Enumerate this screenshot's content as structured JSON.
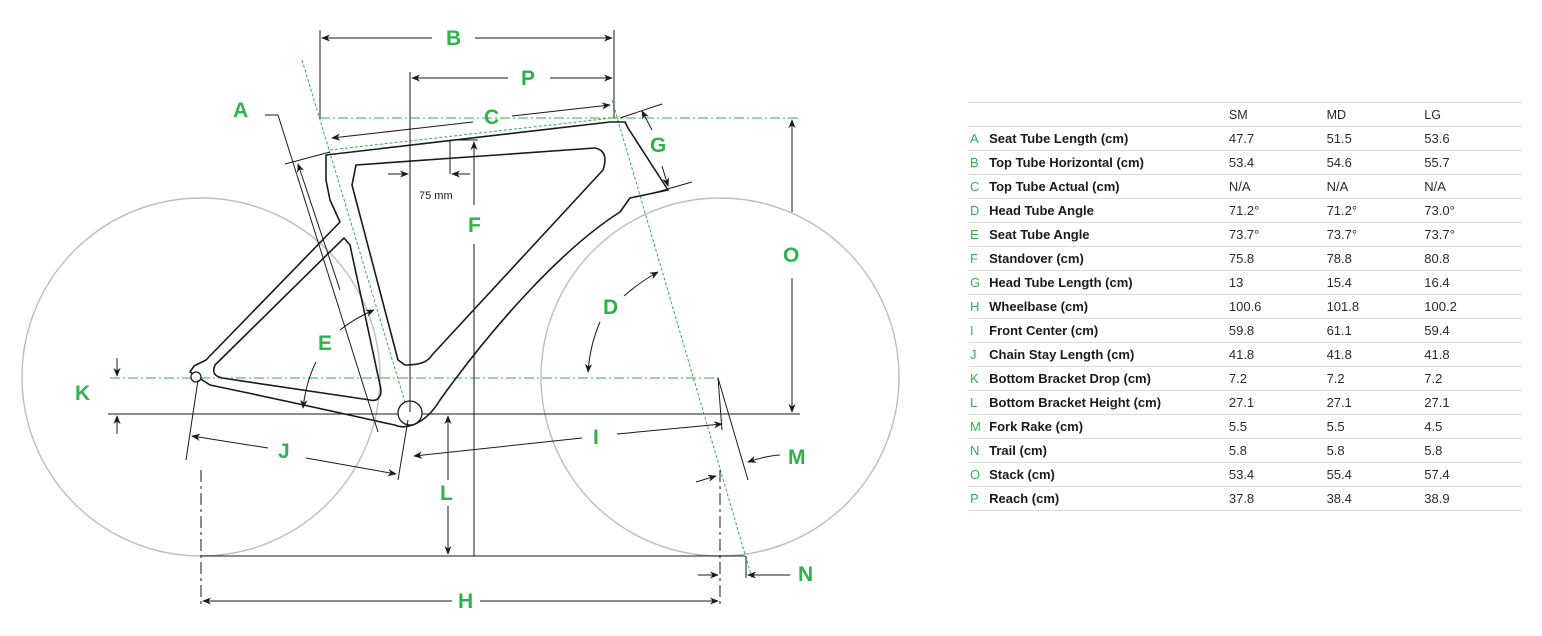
{
  "diagram": {
    "title": "Bike frame geometry diagram",
    "annotation_75mm": "75 mm",
    "labels": {
      "A": "A",
      "B": "B",
      "C": "C",
      "D": "D",
      "E": "E",
      "F": "F",
      "G": "G",
      "H": "H",
      "I": "I",
      "J": "J",
      "K": "K",
      "L": "L",
      "M": "M",
      "N": "N",
      "O": "O",
      "P": "P"
    },
    "colors": {
      "accent": "#2db34a",
      "line": "#1a1a1a",
      "wheel": "#bdbdbd"
    }
  },
  "table": {
    "headers": {
      "sizes": [
        "SM",
        "MD",
        "LG"
      ]
    },
    "rows": [
      {
        "letter": "A",
        "name": "Seat Tube Length (cm)",
        "values": [
          "47.7",
          "51.5",
          "53.6"
        ]
      },
      {
        "letter": "B",
        "name": "Top Tube Horizontal (cm)",
        "values": [
          "53.4",
          "54.6",
          "55.7"
        ]
      },
      {
        "letter": "C",
        "name": "Top Tube Actual (cm)",
        "values": [
          "N/A",
          "N/A",
          "N/A"
        ]
      },
      {
        "letter": "D",
        "name": "Head Tube Angle",
        "values": [
          "71.2°",
          "71.2°",
          "73.0°"
        ]
      },
      {
        "letter": "E",
        "name": "Seat Tube Angle",
        "values": [
          "73.7°",
          "73.7°",
          "73.7°"
        ]
      },
      {
        "letter": "F",
        "name": "Standover (cm)",
        "values": [
          "75.8",
          "78.8",
          "80.8"
        ]
      },
      {
        "letter": "G",
        "name": "Head Tube Length (cm)",
        "values": [
          "13",
          "15.4",
          "16.4"
        ]
      },
      {
        "letter": "H",
        "name": "Wheelbase (cm)",
        "values": [
          "100.6",
          "101.8",
          "100.2"
        ]
      },
      {
        "letter": "I",
        "name": "Front Center (cm)",
        "values": [
          "59.8",
          "61.1",
          "59.4"
        ]
      },
      {
        "letter": "J",
        "name": "Chain Stay Length (cm)",
        "values": [
          "41.8",
          "41.8",
          "41.8"
        ]
      },
      {
        "letter": "K",
        "name": "Bottom Bracket Drop (cm)",
        "values": [
          "7.2",
          "7.2",
          "7.2"
        ]
      },
      {
        "letter": "L",
        "name": "Bottom Bracket Height (cm)",
        "values": [
          "27.1",
          "27.1",
          "27.1"
        ]
      },
      {
        "letter": "M",
        "name": "Fork Rake (cm)",
        "values": [
          "5.5",
          "5.5",
          "4.5"
        ]
      },
      {
        "letter": "N",
        "name": "Trail (cm)",
        "values": [
          "5.8",
          "5.8",
          "5.8"
        ]
      },
      {
        "letter": "O",
        "name": "Stack (cm)",
        "values": [
          "53.4",
          "55.4",
          "57.4"
        ]
      },
      {
        "letter": "P",
        "name": "Reach (cm)",
        "values": [
          "37.8",
          "38.4",
          "38.9"
        ]
      }
    ]
  }
}
